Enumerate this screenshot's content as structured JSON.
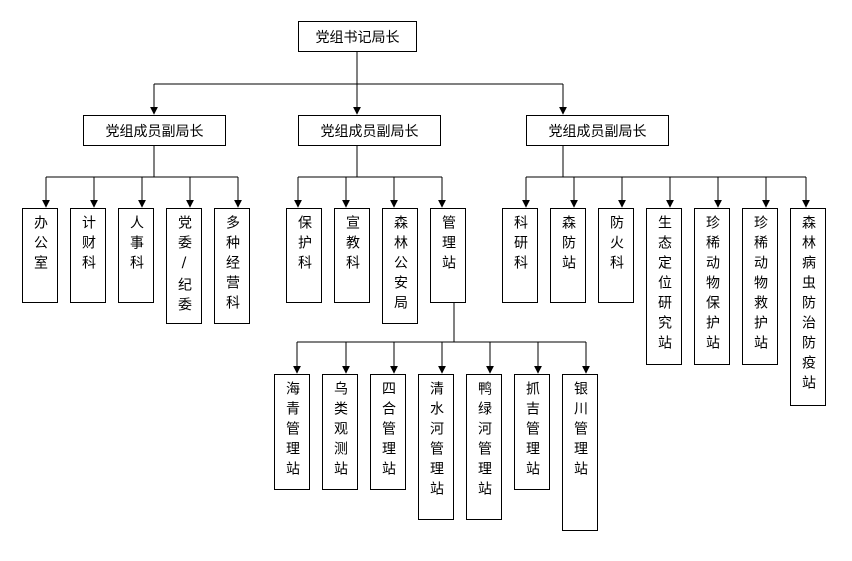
{
  "root": "党组书记局长",
  "deputies": [
    {
      "title": "党组成员副局长",
      "units": [
        "办公室",
        "计财科",
        "人事科",
        "党委/纪委",
        "多种经营科"
      ]
    },
    {
      "title": "党组成员副局长",
      "units": [
        "保护科",
        "宣教科",
        "森林公安局",
        "管理站"
      ]
    },
    {
      "title": "党组成员副局长",
      "units": [
        "科研科",
        "森防站",
        "防火科",
        "生态定位研究站",
        "珍稀动物保护站",
        "珍稀动物救护站",
        "森林病虫防治防疫站"
      ]
    }
  ],
  "stations": [
    "海青管理站",
    "乌类观测站",
    "四合管理站",
    "清水河管理站",
    "鸭绿河管理站",
    "抓吉管理站",
    "银川管理站"
  ]
}
